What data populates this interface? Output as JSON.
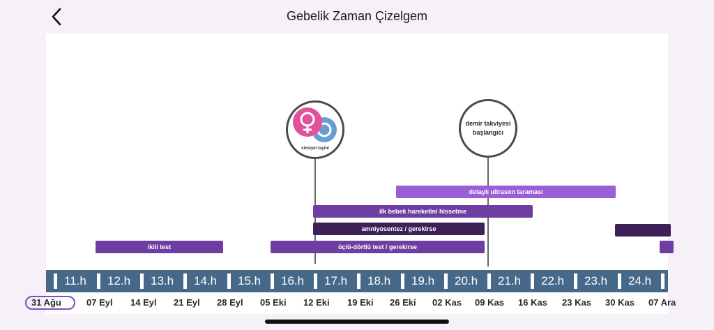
{
  "header": {
    "title": "Gebelik Zaman Çizelgem"
  },
  "milestones": {
    "gender": {
      "label": "cinsiyet tayini",
      "icon": "gender-icon"
    },
    "iron": {
      "line1": "demir takviyesi",
      "line2": "başlangıcı"
    }
  },
  "bars": {
    "ikili_test": "ikili test",
    "ucludortlu": "üçlü-dörtlü test / gerekirse",
    "amniyosentez": "amniyosentez / gerekirse",
    "hareket": "ilk bebek hareketini hissetme",
    "ultrason": "detaylı ultrason taraması"
  },
  "weeks": [
    "11.h",
    "12.h",
    "13.h",
    "14.h",
    "15.h",
    "16.h",
    "17.h",
    "18.h",
    "19.h",
    "20.h",
    "21.h",
    "22.h",
    "23.h",
    "24.h"
  ],
  "dates": [
    "31 Ağu",
    "07 Eyl",
    "14 Eyl",
    "21 Eyl",
    "28 Eyl",
    "05 Eki",
    "12 Eki",
    "19 Eki",
    "26 Eki",
    "02 Kas",
    "09 Kas",
    "16 Kas",
    "23 Kas",
    "30 Kas",
    "07 Ara"
  ],
  "colors": {
    "bar_light": "#9a5fd8",
    "bar_mid": "#6e3ea3",
    "bar_dark": "#3d2158",
    "week_bar": "#46698a",
    "female": "#e0529c",
    "male": "#6b9ed0"
  }
}
